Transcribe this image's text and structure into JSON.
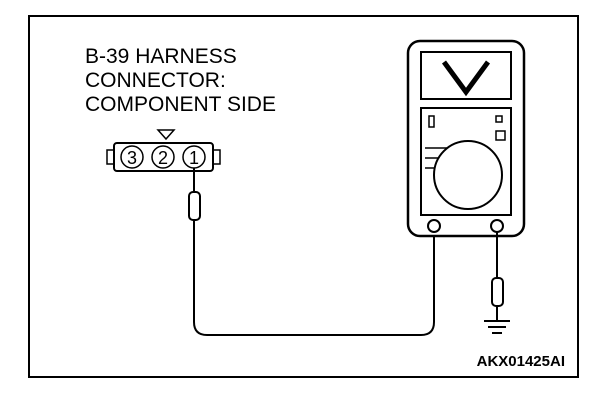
{
  "title_lines": [
    "B-39 HARNESS",
    "CONNECTOR:",
    "COMPONENT SIDE"
  ],
  "connector_pins": [
    "3",
    "2",
    "1"
  ],
  "meter_display": "V",
  "figure_code": "AKX01425AI"
}
